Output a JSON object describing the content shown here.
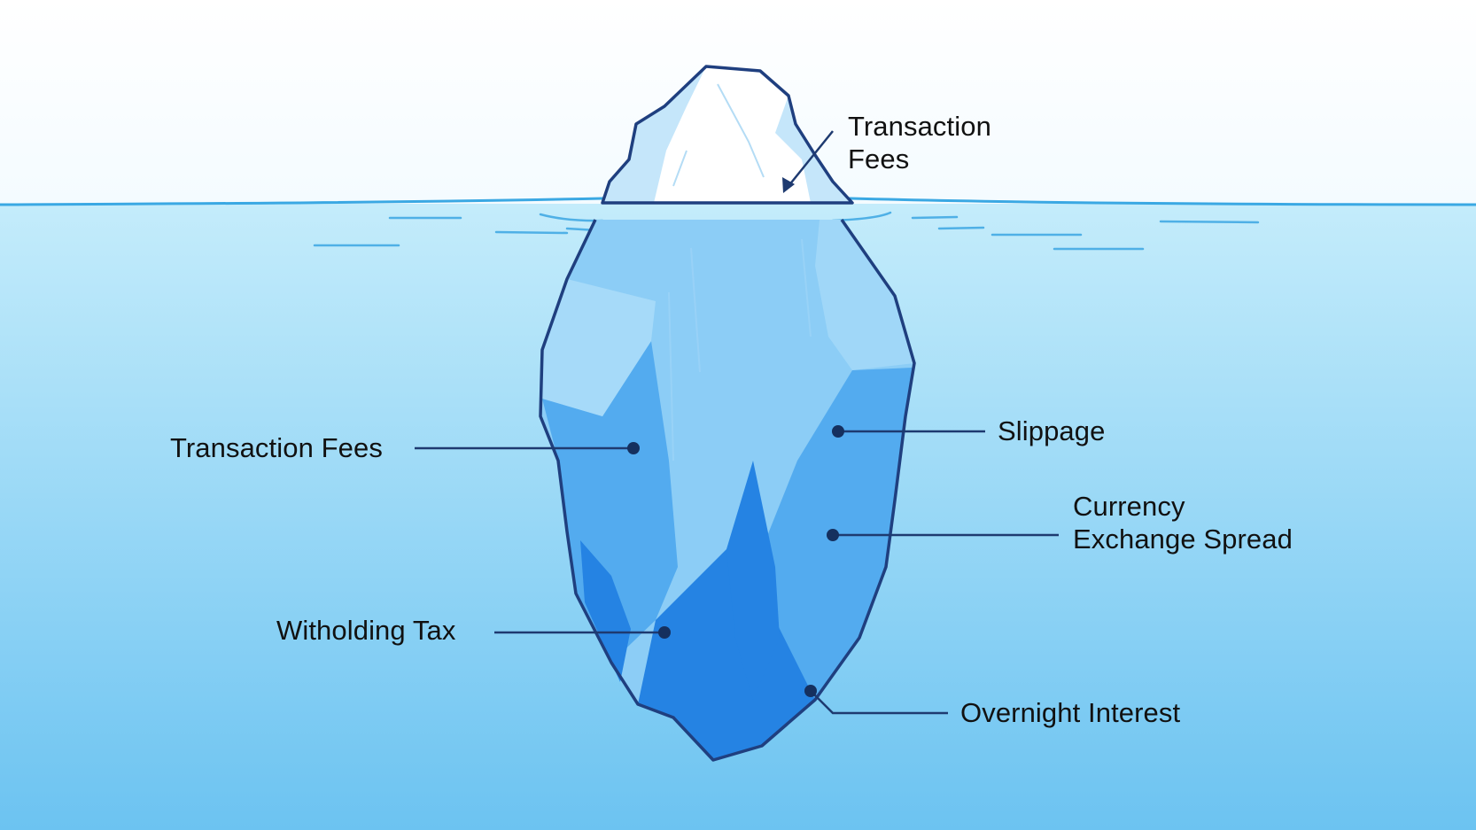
{
  "labels": {
    "tip": {
      "line1": "Transaction",
      "line2": "Fees"
    },
    "left_upper": {
      "text": "Transaction Fees"
    },
    "left_lower": {
      "text": "Witholding Tax"
    },
    "right_upper": {
      "text": "Slippage"
    },
    "right_middle": {
      "line1": "Currency",
      "line2": "Exchange Spread"
    },
    "right_lower": {
      "text": "Overnight Interest"
    }
  },
  "colors": {
    "outline": "#1f3f7f",
    "leader": "#1e3a70",
    "text": "#111111",
    "water_top": "#c4ecfb",
    "water_bottom": "#6cc3f1",
    "waterline": "#3aa8e3",
    "ice_light": "#8ccdf6",
    "ice_mid": "#53abef",
    "ice_dark": "#2583e3",
    "tip_white": "#ffffff",
    "tip_shade": "#c5e6fa"
  }
}
